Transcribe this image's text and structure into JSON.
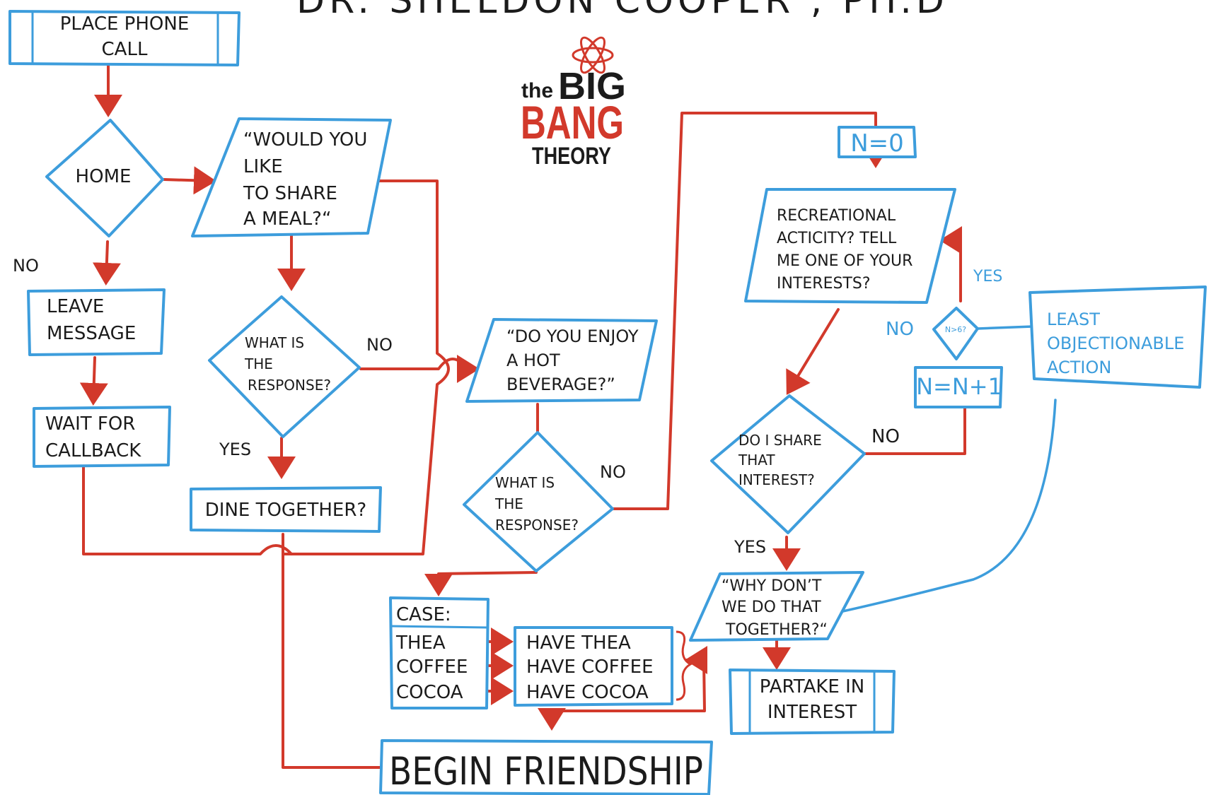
{
  "header": {
    "title": "DR. SHELDON COOPER , PH.D"
  },
  "logo": {
    "line1_small": "the",
    "line1_big": "BIG",
    "line2": "BANG",
    "line3": "THEORY"
  },
  "nodes": {
    "place_call": [
      "PLACE PHONE",
      "CALL"
    ],
    "home": "HOME",
    "share_meal": [
      "“WOULD YOU",
      "LIKE",
      "TO SHARE",
      "A MEAL?“"
    ],
    "leave_message": [
      "LEAVE",
      "MESSAGE"
    ],
    "wait_callback": [
      "WAIT FOR",
      "CALLBACK"
    ],
    "response1": [
      "WHAT IS",
      "THE",
      "RESPONSE?"
    ],
    "dine_together": "DINE TOGETHER?",
    "hot_beverage": [
      "“DO YOU ENJOY",
      "A HOT",
      "BEVERAGE?”"
    ],
    "response2": [
      "WHAT IS",
      "THE",
      "RESPONSE?"
    ],
    "case_box": [
      "CASE:",
      "THEA",
      "COFFEE",
      "COCOA"
    ],
    "have_box": [
      "HAVE THEA",
      "HAVE COFFEE",
      "HAVE COCOA"
    ],
    "begin_friendship": "BEGIN FRIENDSHIP",
    "n_zero": "N=0",
    "recreational": [
      "RECREATIONAL",
      "ACTICITY? TELL",
      "ME ONE OF YOUR",
      "INTERESTS?"
    ],
    "share_interest": [
      "DO I SHARE",
      "THAT",
      "INTEREST?"
    ],
    "why_dont": [
      "“WHY DON’T",
      "WE DO THAT",
      "TOGETHER?“"
    ],
    "partake": [
      "PARTAKE IN",
      "INTEREST"
    ],
    "n_increment": "N=N+1",
    "n_gt_6": "N>6?",
    "least_objectionable": [
      "LEAST",
      "OBJECTIONABLE",
      "ACTION"
    ]
  },
  "labels": {
    "no_home": "NO",
    "no_response1": "NO",
    "yes_response1": "YES",
    "no_response2": "NO",
    "no_share": "NO",
    "yes_share": "YES",
    "yes_n6": "YES",
    "no_n6": "NO"
  },
  "colors": {
    "box_stroke": "#3d9ddc",
    "arrow": "#d2392b",
    "text": "#1b1b1b",
    "logo_red": "#d2392b"
  }
}
